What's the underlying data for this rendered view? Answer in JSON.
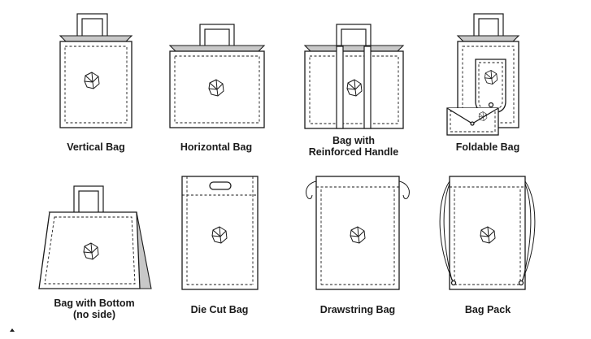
{
  "items": [
    {
      "lines": [
        "Vertical Bag"
      ]
    },
    {
      "lines": [
        "Horizontal Bag"
      ]
    },
    {
      "lines": [
        "Bag with",
        "Reinforced Handle"
      ]
    },
    {
      "lines": [
        "Foldable Bag"
      ]
    },
    {
      "lines": [
        "Bag with Bottom",
        "(no side)"
      ]
    },
    {
      "lines": [
        "Die Cut Bag"
      ]
    },
    {
      "lines": [
        "Drawstring Bag"
      ]
    },
    {
      "lines": [
        "Bag Pack"
      ]
    }
  ],
  "colors": {
    "stroke": "#1a1a1a",
    "gusset": "#c8c8c8",
    "background": "#ffffff"
  },
  "icons": [
    "leaf-logo-icon",
    "bag-handle-icon",
    "drawstring-cord-icon"
  ]
}
